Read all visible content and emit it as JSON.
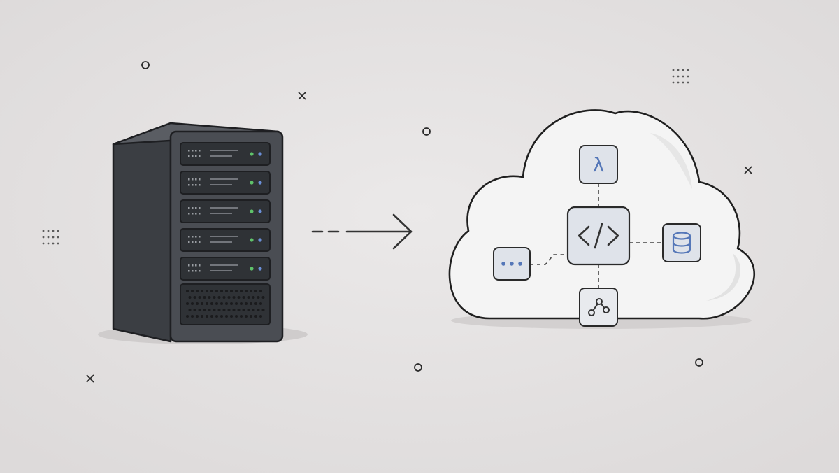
{
  "colors": {
    "background": "#e4e2e2",
    "server_body": "#4a4d53",
    "server_side": "#3b3e43",
    "server_bay": "#2f3236",
    "led_green": "#5fc26a",
    "led_blue": "#6b8fd8",
    "cloud_fill": "#f4f4f4",
    "node_fill": "#dfe3ea",
    "icon_blue": "#5577b8",
    "line": "#2a2a2a"
  },
  "server": {
    "icon": "server-rack-icon",
    "drive_bays": 5,
    "has_vent_panel": true
  },
  "arrow": {
    "icon": "arrow-right-icon",
    "style": "dashed-then-solid"
  },
  "cloud": {
    "icon": "cloud-icon",
    "nodes": [
      {
        "id": "lambda",
        "icon": "lambda-icon",
        "label": "λ"
      },
      {
        "id": "code",
        "icon": "code-brackets-icon"
      },
      {
        "id": "database",
        "icon": "database-icon"
      },
      {
        "id": "more",
        "icon": "ellipsis-icon"
      },
      {
        "id": "network",
        "icon": "network-nodes-icon"
      }
    ]
  },
  "decorations": [
    "circle-icon",
    "cross-icon",
    "dot-grid-icon"
  ]
}
